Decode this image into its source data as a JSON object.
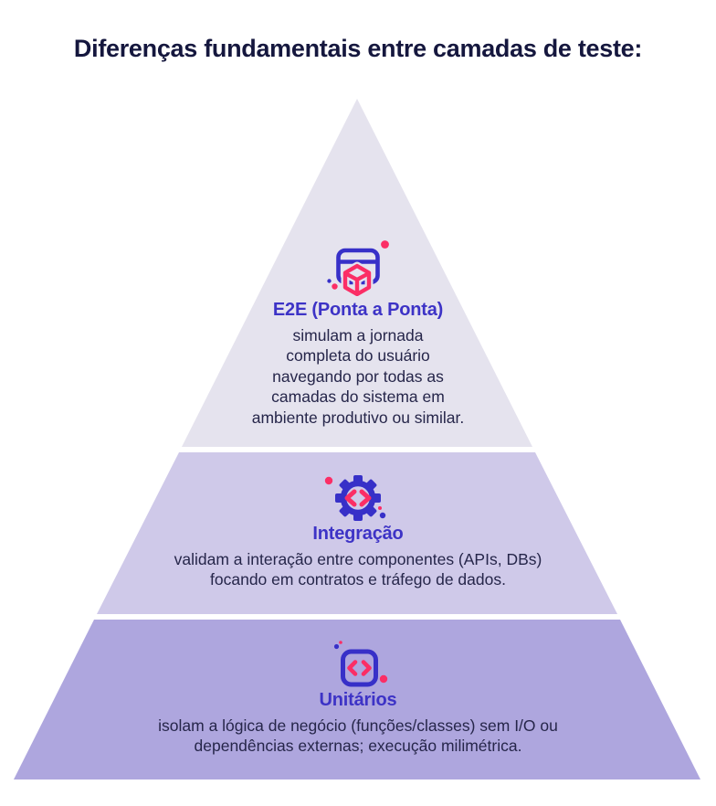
{
  "title": "Diferenças fundamentais entre camadas de teste:",
  "colors": {
    "title_text": "#15173e",
    "heading_text": "#3d33c6",
    "body_text": "#26264a",
    "layer_top": "#e5e3ee",
    "layer_middle": "#cfc9e9",
    "layer_bottom": "#aea6de",
    "icon_indigo": "#3730c8",
    "icon_pink": "#fb2e66",
    "background": "#ffffff"
  },
  "pyramid": {
    "layers": [
      {
        "id": "e2e",
        "icon": "browser-cube-icon",
        "heading": "E2E (Ponta a Ponta)",
        "body_lines": [
          "simulam a jornada",
          "completa do usuário",
          "navegando por todas as",
          "camadas do sistema em",
          "ambiente produtivo ou similar."
        ]
      },
      {
        "id": "integration",
        "icon": "gear-code-icon",
        "heading": "Integração",
        "body_lines": [
          "validam a interação entre componentes (APIs, DBs)",
          "focando em contratos e tráfego de dados."
        ]
      },
      {
        "id": "unit",
        "icon": "code-box-icon",
        "heading": "Unitários",
        "body_lines": [
          "isolam a lógica de negócio (funções/classes) sem I/O ou",
          "dependências externas; execução milimétrica."
        ]
      }
    ]
  }
}
